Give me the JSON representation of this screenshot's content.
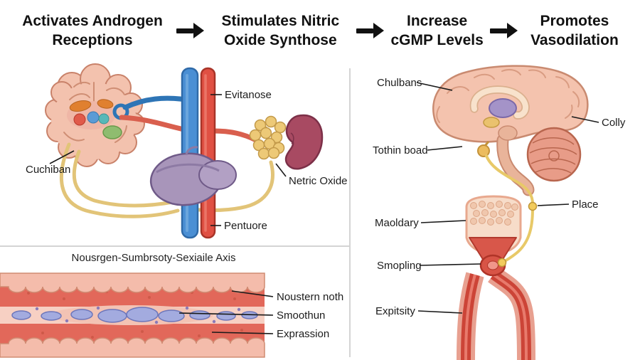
{
  "header": {
    "steps": [
      "Activates Androgen Receptions",
      "Stimulates Nitric Oxide Synthose",
      "Increase cGMP Levels",
      "Promotes Vasodilation"
    ]
  },
  "left_top": {
    "labels": {
      "evitanose": "Evitanose",
      "cuchiban": "Cuchiban",
      "netric_oxide": "Netric Oxide",
      "pentuore": "Pentuore"
    }
  },
  "left_bottom": {
    "title": "Nousrgen-Sumbrsoty-Sexiaile Axis",
    "labels": {
      "noustern_noth": "Noustern noth",
      "smoothun": "Smoothun",
      "exprassion": "Exprassion"
    }
  },
  "right": {
    "labels": {
      "chulbans": "Chulbans",
      "colly": "Colly",
      "tothin_boad": "Tothin boad",
      "place": "Place",
      "maoldary": "Maoldary",
      "smopling": "Smopling",
      "expitsity": "Expitsity"
    }
  },
  "icons": {
    "arrow_right": "arrow-right"
  },
  "colors": {
    "text": "#111111",
    "leader_line": "#1a1a1a",
    "divider": "#d4d4d4",
    "artery_red": "#e05043",
    "vein_blue": "#4a8fd4",
    "organ_purple": "#a895ba",
    "gland_yellow": "#edc977",
    "kidney_maroon": "#a84a62",
    "brain_pink": "#f4c3ae",
    "muscle_red": "#e2685a",
    "cell_blue": "#a3abdf",
    "pathway_yellow": "#e8c968"
  }
}
